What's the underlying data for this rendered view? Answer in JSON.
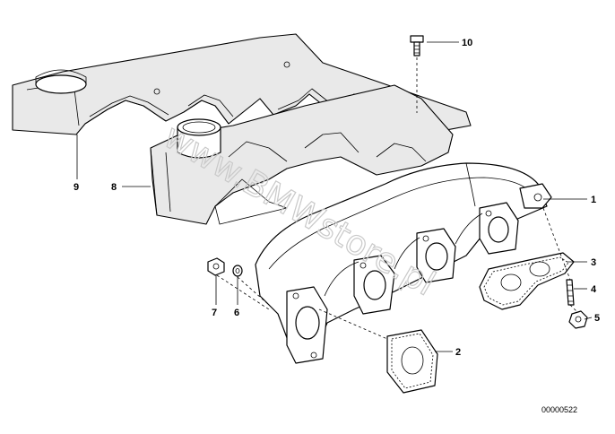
{
  "watermark": "www.BMWstore.pl",
  "part_number": "00000522",
  "callouts": {
    "c1": "1",
    "c2": "2",
    "c3": "3",
    "c4": "4",
    "c5": "5",
    "c6": "6",
    "c7": "7",
    "c8": "8",
    "c9": "9",
    "c10": "10"
  }
}
